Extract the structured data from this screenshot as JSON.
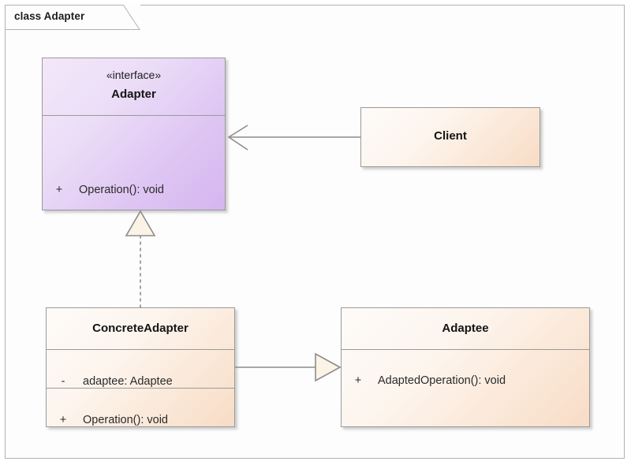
{
  "diagram": {
    "title": "class Adapter",
    "frame_border_color": "#b2b2b2",
    "canvas_color": "#ffffff"
  },
  "palette": {
    "purple_light": "#F2E8FA",
    "purple_dark": "#D5B6F0",
    "peach_light": "#FDFBF9",
    "peach_dark": "#F7DCC6",
    "border": "#9A9A9A",
    "line": "#8C8C8C",
    "arrow_fill": "#FBF3E6",
    "text": "#1C1C1C"
  },
  "classes": {
    "adapter": {
      "stereotype": "«interface»",
      "name": "Adapter",
      "members": [
        {
          "visibility": "+",
          "text": "Operation(): void"
        }
      ]
    },
    "client": {
      "name": "Client",
      "members": []
    },
    "concrete_adapter": {
      "name": "ConcreteAdapter",
      "attributes": [
        {
          "visibility": "-",
          "text": "adaptee: Adaptee"
        }
      ],
      "operations": [
        {
          "visibility": "+",
          "text": "Operation(): void"
        }
      ]
    },
    "adaptee": {
      "name": "Adaptee",
      "members": [
        {
          "visibility": "+",
          "text": "AdaptedOperation(): void"
        }
      ]
    }
  },
  "relationships": [
    {
      "id": "client-uses-adapter",
      "kind": "dependency",
      "from": "Client",
      "to": "Adapter",
      "line": "solid",
      "arrowhead": "open"
    },
    {
      "id": "concreteadapter-realizes-adapter",
      "kind": "realization",
      "from": "ConcreteAdapter",
      "to": "Adapter",
      "line": "dashed",
      "arrowhead": "hollow-triangle"
    },
    {
      "id": "concreteadapter-to-adaptee",
      "kind": "association",
      "from": "ConcreteAdapter",
      "to": "Adaptee",
      "line": "solid",
      "arrowhead": "hollow-triangle"
    }
  ]
}
